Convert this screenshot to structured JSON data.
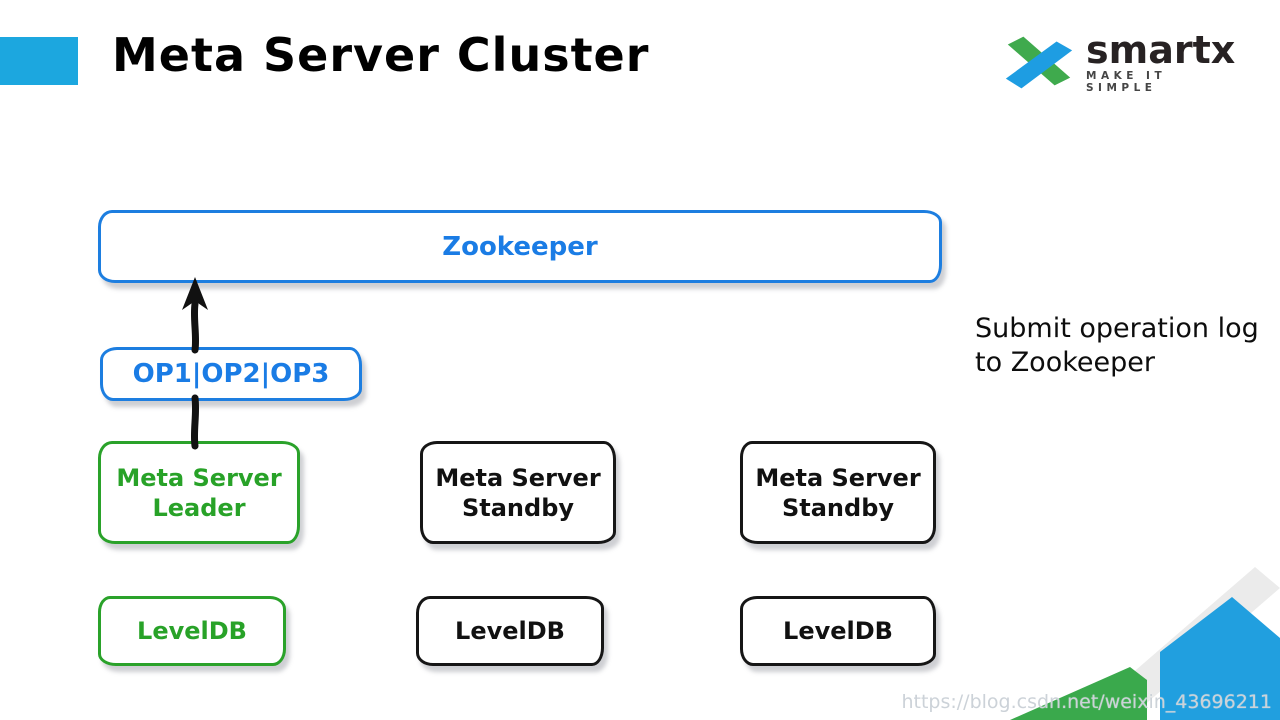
{
  "slide": {
    "title": "Meta Server Cluster",
    "note_line1": "Submit operation log",
    "note_line2": "to Zookeeper",
    "watermark": "https://blog.csdn.net/weixin_43696211"
  },
  "logo": {
    "wordmark": "smartx",
    "tagline": "MAKE IT SIMPLE"
  },
  "diagram": {
    "zookeeper_label": "Zookeeper",
    "oplog_label": "OP1|OP2|OP3",
    "nodes": [
      {
        "line1": "Meta Server",
        "line2": "Leader",
        "db": "LevelDB"
      },
      {
        "line1": "Meta Server",
        "line2": "Standby",
        "db": "LevelDB"
      },
      {
        "line1": "Meta Server",
        "line2": "Standby",
        "db": "LevelDB"
      }
    ]
  },
  "colors": {
    "accent_blue": "#1ca7df",
    "box_blue": "#1a7ce5",
    "box_green": "#28a228",
    "box_black": "#161616",
    "arrow_black": "#111111",
    "logo_blue": "#1e9de2",
    "logo_green": "#3faa4d",
    "logo_text": "#272223",
    "shape_gray": "#ebebeb",
    "shape_green": "#3aa94c",
    "shape_blue": "#219fdf",
    "watermark_gray": "#ccd2d8"
  }
}
